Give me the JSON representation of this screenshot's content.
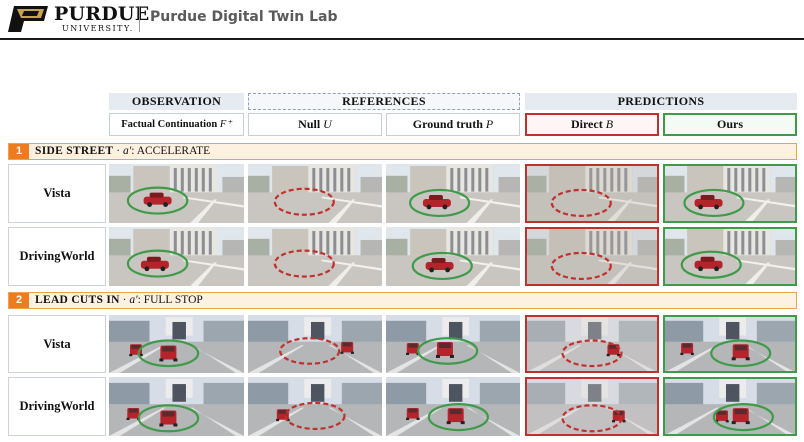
{
  "header": {
    "logo_word": "PURDUE",
    "logo_sub": "UNIVERSITY.",
    "lab_title": "Purdue Digital Twin Lab"
  },
  "groups": {
    "observation": "OBSERVATION",
    "references": "REFERENCES",
    "predictions": "PREDICTIONS"
  },
  "columns": {
    "factual": {
      "label": "Factual Continuation ",
      "symbol": "F⁺"
    },
    "null": {
      "label": "Null ",
      "symbol": "U"
    },
    "ground_truth": {
      "label": "Ground truth ",
      "symbol": "P"
    },
    "direct": {
      "label": "Direct ",
      "symbol": "B"
    },
    "ours": {
      "label": "Ours"
    }
  },
  "sections": [
    {
      "number": "1",
      "title": "SIDE STREET",
      "sep": " · ",
      "action_symbol": "a′",
      "action": ": ACCELERATE"
    },
    {
      "number": "2",
      "title": "LEAD CUTS IN",
      "sep": " · ",
      "action_symbol": "a′",
      "action": ": FULL STOP"
    }
  ],
  "rows": {
    "s1_vista": "Vista",
    "s1_drivingworld": "DrivingWorld",
    "s2_vista": "Vista",
    "s2_drivingworld": "DrivingWorld"
  },
  "colors": {
    "accent_orange": "#ec7c1e",
    "present_green": "#3f9a4a",
    "absent_red": "#c0302c",
    "header_fill": "#e6eaf1"
  }
}
